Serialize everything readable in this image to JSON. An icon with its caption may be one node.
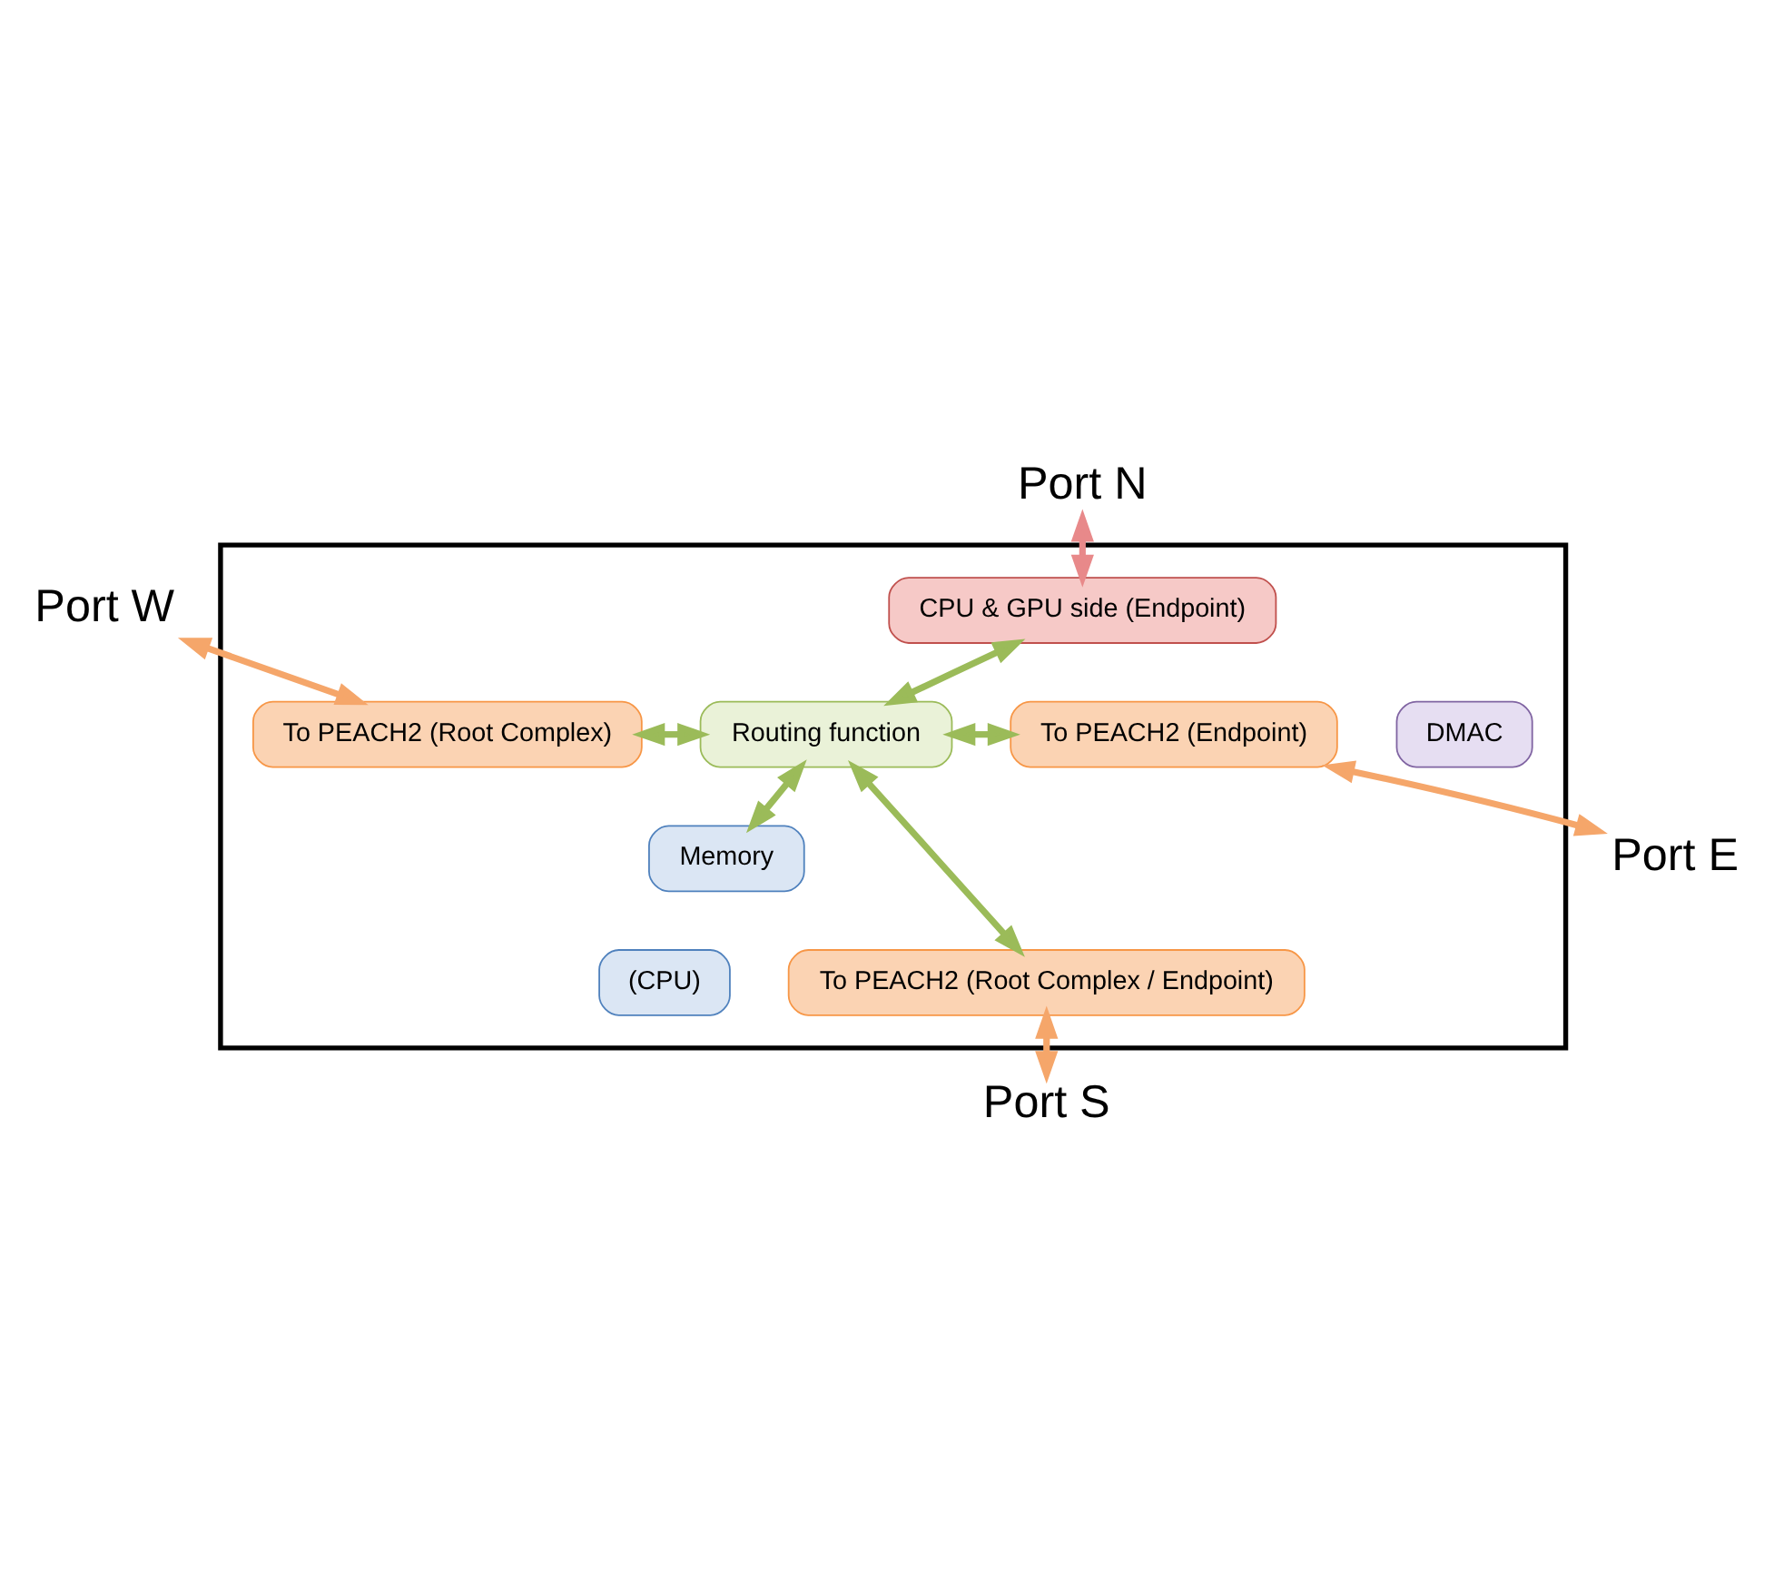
{
  "diagram": {
    "nodes": [
      {
        "text": [],
        "shape": "box"
      },
      {
        "text": [
          "Port N"
        ]
      },
      {
        "text": [
          "CPU & GPU side (Endpoint)"
        ],
        "in": 0
      },
      {
        "text": [
          "DMAC"
        ],
        "in": 0
      },
      {
        "text": [
          "Port W"
        ]
      },
      {
        "text": [
          "To PEACH2 (Root Complex)"
        ],
        "in": 0
      },
      {
        "text": [
          "Routing function"
        ],
        "in": 0
      },
      {
        "text": [
          "To PEACH2 (Endpoint)"
        ],
        "in": 0
      },
      {
        "text": [
          "Port E"
        ]
      },
      {
        "text": [
          "Memory"
        ],
        "in": 0
      },
      {
        "text": [
          "(CPU)"
        ],
        "in": 0
      },
      {
        "text": [
          "To PEACH2 (Root Complex / Endpoint)"
        ],
        "in": 0
      },
      {
        "text": [
          "Port S"
        ]
      }
    ],
    "edges": [
      {
        "from": 1,
        "to": 2,
        "arrow": "both",
        "color": "#e8898a"
      },
      {
        "from": 2,
        "to": 6,
        "arrow": "both"
      },
      {
        "from": 4,
        "to": 5,
        "arrow": "both",
        "color": "#f5a66a"
      },
      {
        "from": 5,
        "to": 6,
        "arrow": "both"
      },
      {
        "from": 6,
        "to": 7,
        "arrow": "both"
      },
      {
        "from": 7,
        "to": 8,
        "arrow": "both",
        "color": "#f5a66a"
      },
      {
        "from": 6,
        "to": 9,
        "arrow": "both"
      },
      {
        "from": 6,
        "to": 11,
        "arrow": "both"
      },
      {
        "from": 11,
        "to": 12,
        "arrow": "both",
        "color": "#f5a66a"
      }
    ]
  }
}
